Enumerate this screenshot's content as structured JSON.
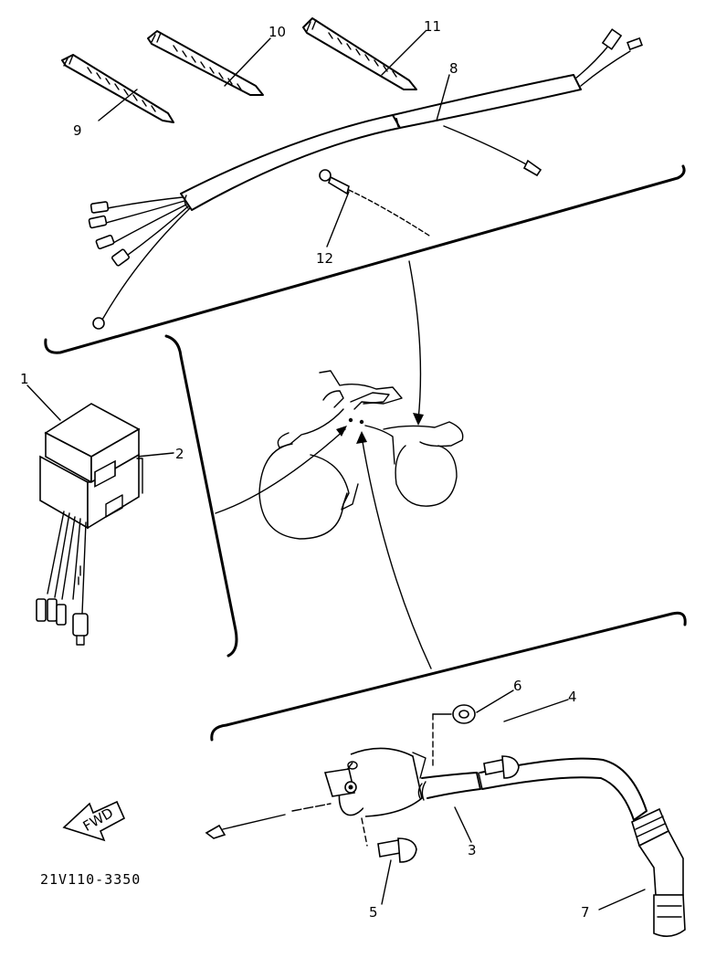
{
  "diagram": {
    "part_code": "21V110-3350",
    "fwd_label": "FWD",
    "callouts": [
      "1",
      "2",
      "3",
      "4",
      "5",
      "6",
      "7",
      "8",
      "9",
      "10",
      "11",
      "12"
    ]
  },
  "parts": {
    "cdi_unit": "cdi-unit-icon",
    "wire_harness": "wire-harness-icon",
    "ignition_coil": "ignition-coil-icon",
    "plug_cap": "spark-plug-cap-icon",
    "bands": "cable-band-icon",
    "ground_lead": "ground-lead-icon",
    "motorcycle": "motorcycle-silhouette-icon"
  },
  "colors": {
    "ink": "#000000",
    "paper": "#ffffff"
  }
}
